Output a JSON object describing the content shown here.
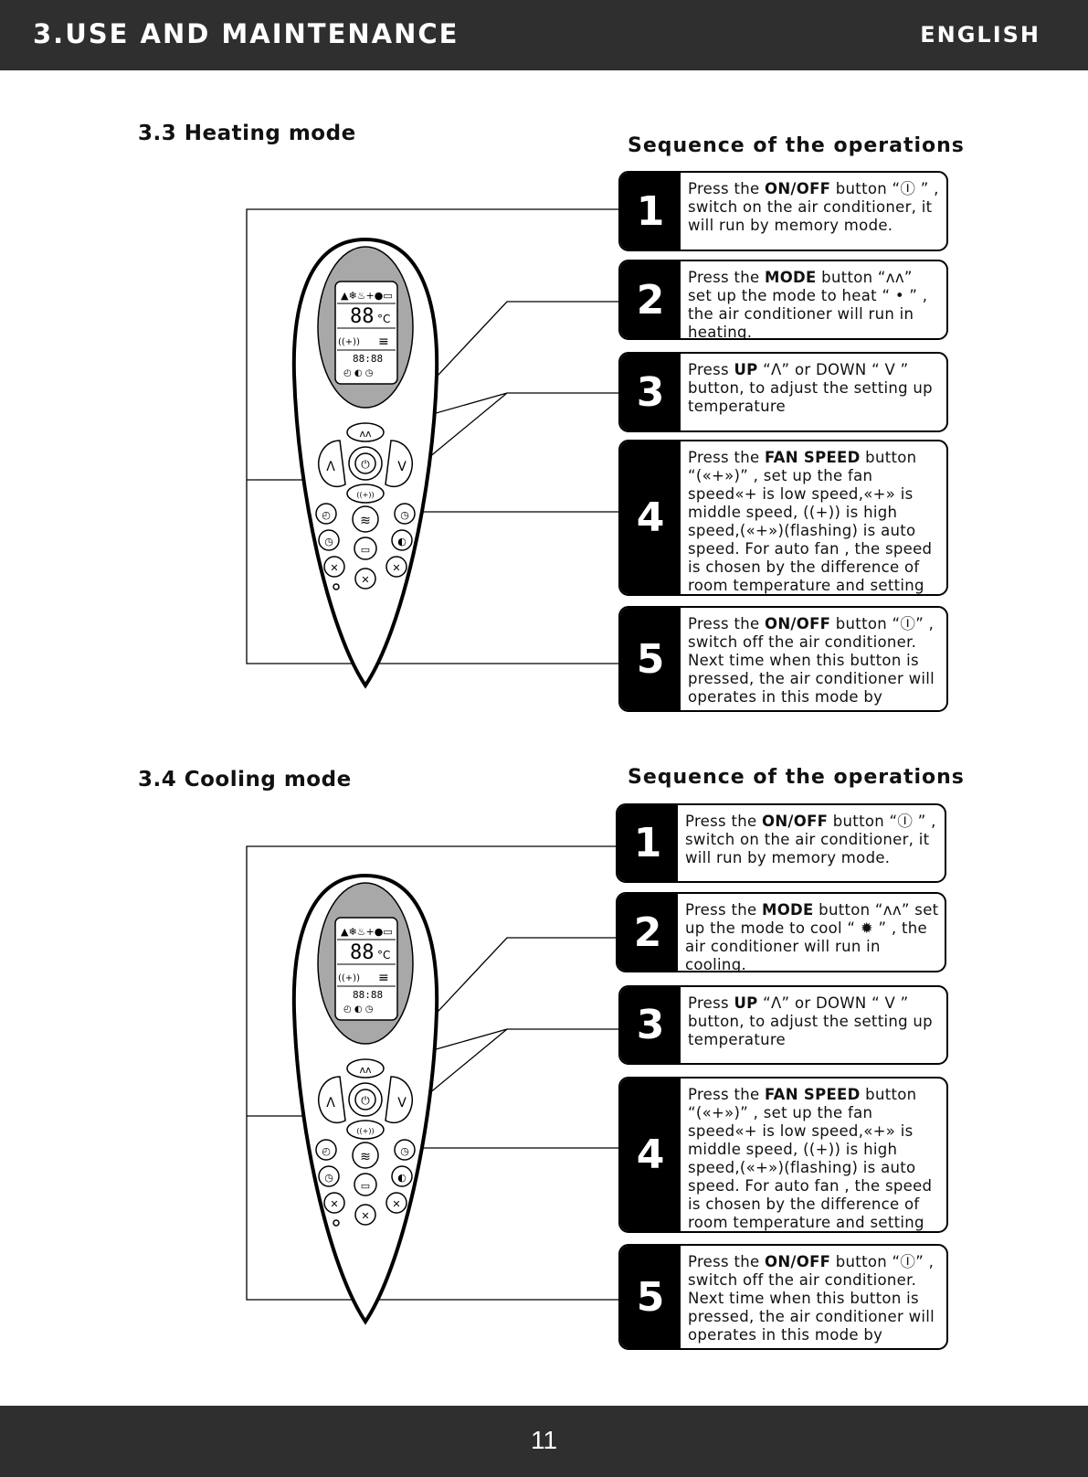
{
  "header": {
    "title": "3.USE AND MAINTENANCE",
    "language": "ENGLISH"
  },
  "footer": {
    "page_number": "11"
  },
  "sections": [
    {
      "title": "3.3  Heating mode",
      "seq_title": "Sequence of the operations",
      "steps": [
        {
          "num": "1",
          "pre": "Press the ",
          "bold": "ON/OFF",
          "post": " button “Ⓘ ” , switch on the air conditioner, it will run by memory mode."
        },
        {
          "num": "2",
          "pre": "Press the ",
          "bold": "MODE",
          "post": " button “ʌʌ” set up the mode to heat  “ • ”  , the air conditioner will run in heating."
        },
        {
          "num": "3",
          "pre": "Press ",
          "bold": "UP",
          "post": "  “Λ”  or DOWN  “ V ”  button, to adjust the setting up temperature"
        },
        {
          "num": "4",
          "pre": "Press the ",
          "bold": "FAN SPEED",
          "post": " button “(«+»)” , set up the fan speed«+ is low speed,«+» is middle speed, ((+)) is high speed,(«+»)(flashing) is auto speed. For auto fan , the speed is chosen by the difference of room temperature and setting temperature."
        },
        {
          "num": "5",
          "pre": "Press the ",
          "bold": "ON/OFF",
          "post": " button  “Ⓘ” , switch off the air conditioner. Next time when this button is pressed, the air conditioner will operates in this mode by memory."
        }
      ]
    },
    {
      "title": "3.4  Cooling mode",
      "seq_title": "Sequence of the operations",
      "steps": [
        {
          "num": "1",
          "pre": "Press the ",
          "bold": "ON/OFF",
          "post": " button “Ⓘ ” , switch on the air conditioner, it will run by memory mode."
        },
        {
          "num": "2",
          "pre": "Press the ",
          "bold": "MODE",
          "post": " button “ʌʌ” set up the mode to cool  “ ✹ ”  , the air conditioner will run in cooling."
        },
        {
          "num": "3",
          "pre": "Press ",
          "bold": "UP",
          "post": "  “Λ”  or DOWN  “ V ”  button, to adjust the setting up temperature"
        },
        {
          "num": "4",
          "pre": "Press the ",
          "bold": "FAN SPEED",
          "post": " button “(«+»)” , set up the fan speed«+ is low speed,«+» is middle speed, ((+)) is high speed,(«+»)(flashing) is auto speed. For auto fan , the speed is chosen by the difference of room temperature and setting temperature."
        },
        {
          "num": "5",
          "pre": "Press the ",
          "bold": "ON/OFF",
          "post": " button  “Ⓘ” , switch off the air conditioner. Next time when this button is pressed, the air conditioner will operates in this mode by memory."
        }
      ]
    }
  ],
  "remote_display": {
    "temp": "88",
    "unit": "°C",
    "time": "88:88"
  }
}
